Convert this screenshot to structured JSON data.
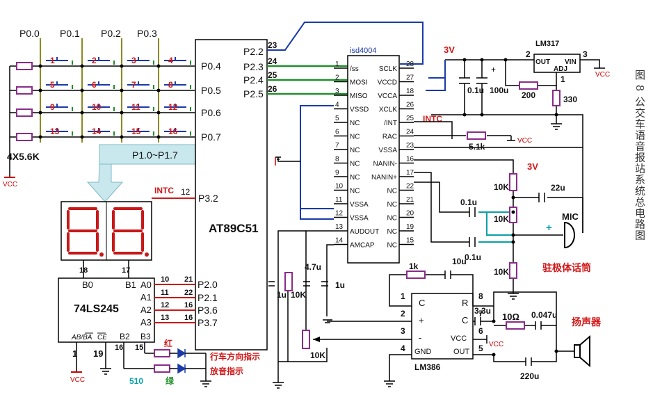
{
  "caption": "图 8 公交车语音报站系统总电路图",
  "keypad": {
    "columns": [
      "P0.0",
      "P0.1",
      "P0.2",
      "P0.3"
    ],
    "keys": [
      "1",
      "2",
      "3",
      "4",
      "5",
      "6",
      "7",
      "8",
      "9",
      "10",
      "11",
      "12",
      "13",
      "14",
      "15",
      "16"
    ],
    "resistor_label": "4X5.6K",
    "vcc": "VCC",
    "bus_label": "P1.0~P1.7"
  },
  "mcu": {
    "name": "AT89C51",
    "left_pins": [
      "P0.4",
      "P0.5",
      "P0.6",
      "P0.7",
      "P3.2",
      "P2.0",
      "P2.1",
      "P3.6",
      "P3.7"
    ],
    "right_pins": [
      "P2.2",
      "P2.3",
      "P2.4",
      "P2.5"
    ],
    "right_nums": [
      "23",
      "24",
      "25",
      "26"
    ],
    "intc_label": "INTC",
    "intc_num": "12"
  },
  "buffer": {
    "name": "74LS245",
    "b_labels": [
      "B0",
      "B1"
    ],
    "b_nums": [
      "18",
      "17"
    ],
    "a_labels": [
      "A0",
      "A1",
      "A2",
      "A3"
    ],
    "a_nums": [
      "10",
      "11",
      "12",
      "13"
    ],
    "mcu_nums": [
      "21",
      "22",
      "16",
      "16"
    ],
    "bottom": [
      "AB/BA",
      "CE",
      "B2",
      "B3"
    ],
    "bottom_nums": [
      "1",
      "19",
      "16",
      "15"
    ],
    "vcc": "VCC",
    "resistor": "510",
    "red": "红",
    "green": "绿",
    "dir_text": "行车方向指示",
    "play_text": "放音指示"
  },
  "isd": {
    "name": "isd4004",
    "left_pins": [
      "/ss",
      "MOSI",
      "MISO",
      "VSSD",
      "NC",
      "NC",
      "NC",
      "NC",
      "NC",
      "NC",
      "VSSA",
      "VSSA",
      "AUDOUT",
      "AMCAP"
    ],
    "left_nums": [
      "1",
      "2",
      "3",
      "4",
      "5",
      "6",
      "7",
      "8",
      "9",
      "10",
      "11",
      "12",
      "13",
      "14"
    ],
    "right_pins": [
      "SCLK",
      "VCCD",
      "VCCA",
      "XCLK",
      "/INT",
      "RAC",
      "VSSA",
      "NANIN-",
      "NANIN+",
      "NC",
      "NC",
      "NC",
      "NC",
      "NC"
    ],
    "right_nums": [
      "28",
      "27",
      "18",
      "26",
      "25",
      "24",
      "23",
      "16",
      "17",
      "22",
      "21",
      "20",
      "19",
      "15"
    ],
    "intc": "INTC"
  },
  "power": {
    "reg": "LM317",
    "out": "OUT",
    "vin": "VIN",
    "adj": "ADJ",
    "pin2": "2",
    "pin3": "3",
    "pin1": "1",
    "v3": "3V",
    "c1": "0.1u",
    "c2": "100u",
    "r1": "200",
    "r2": "330",
    "vcc": "VCC"
  },
  "mic": {
    "v3": "3V",
    "r_top": "10K",
    "c_top": "22u",
    "c1": "0.1u",
    "r_mid": "10K",
    "mic": "MIC",
    "c2": "0.1u",
    "r_bot": "10K",
    "plus": "+",
    "label": "驻极体话筒",
    "rac_r": "5.1k",
    "vcc": "VCC"
  },
  "amp": {
    "name": "LM386",
    "pins": [
      "C",
      "R",
      "+",
      "C",
      "-",
      "VCC",
      "GND",
      "OUT"
    ],
    "nums": [
      "1",
      "8",
      "2",
      "7",
      "3",
      "6",
      "4",
      "5"
    ],
    "r1k": "1k",
    "c10u": "10u",
    "c33": "3.3u",
    "r10": "10Ω",
    "c047": "0.047u",
    "c220": "220u",
    "speaker": "扬声器",
    "vcc": "VCC",
    "c1u_a": "1u",
    "r10k": "10K",
    "c47": "4.7u",
    "c1u_b": "1u",
    "pot": "10K"
  }
}
